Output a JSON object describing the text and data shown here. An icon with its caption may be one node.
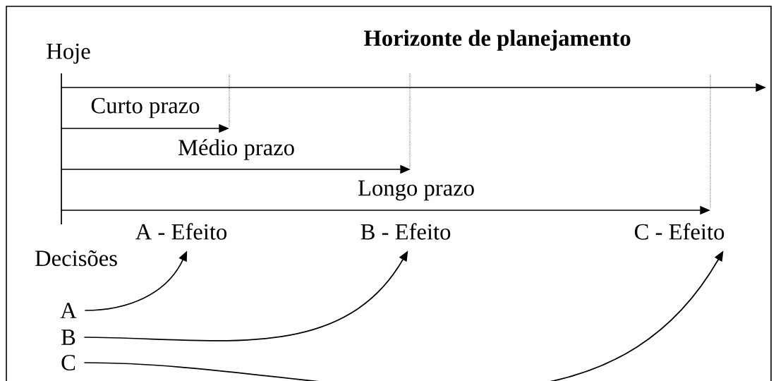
{
  "diagram": {
    "title": "Horizonte de planejamento",
    "nodes": [
      {
        "text": [
          "A - Efeito"
        ]
      },
      {
        "text": [
          "B - Efeito"
        ]
      },
      {
        "text": [
          "C - Efeito"
        ]
      },
      {
        "text": [
          "A"
        ]
      },
      {
        "text": [
          "B"
        ]
      },
      {
        "text": [
          "C"
        ]
      }
    ],
    "edges": [
      {
        "from": 3,
        "to": 0,
        "arrow": "to"
      },
      {
        "from": 4,
        "to": 1,
        "arrow": "to"
      },
      {
        "from": 5,
        "to": 2,
        "arrow": "to"
      }
    ],
    "labels": [
      "Hoje",
      "Curto prazo",
      "Médio prazo",
      "Longo prazo",
      "Decisões"
    ]
  }
}
